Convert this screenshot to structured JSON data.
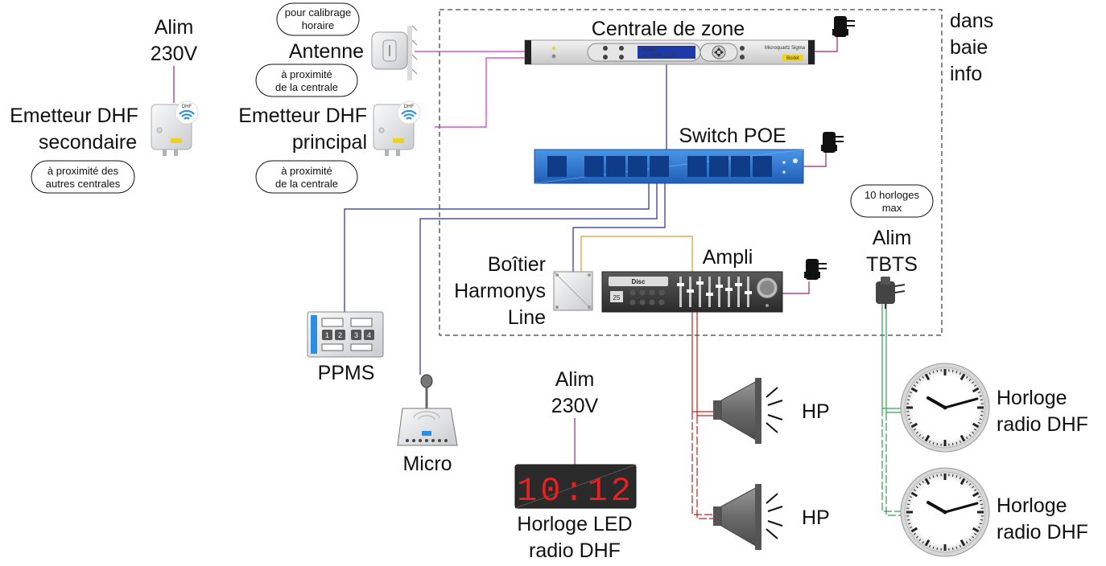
{
  "labels": {
    "alim_left": [
      "Alim",
      "230V"
    ],
    "emetteur_secondaire": [
      "Emetteur DHF",
      "secondaire"
    ],
    "antenne": "Antenne",
    "emetteur_principal": [
      "Emetteur DHF",
      "principal"
    ],
    "centrale": "Centrale de zone",
    "baie": [
      "dans",
      "baie",
      "info"
    ],
    "switch": "Switch POE",
    "boitier": [
      "Boîtier",
      "Harmonys",
      "Line"
    ],
    "ampli": "Ampli",
    "alim_tbts": [
      "Alim",
      "TBTS"
    ],
    "ppms": "PPMS",
    "micro": "Micro",
    "alim_bottom": [
      "Alim",
      "230V"
    ],
    "horloge_led": [
      "Horloge LED",
      "radio DHF"
    ],
    "hp1": "HP",
    "hp2": "HP",
    "horloge1": [
      "Horloge",
      "radio DHF"
    ],
    "horloge2": [
      "Horloge",
      "radio DHF"
    ]
  },
  "notes": {
    "calibrage": [
      "pour calibrage",
      "horaire"
    ],
    "proximite_centrale_1": [
      "à proximité",
      "de la centrale"
    ],
    "proximite_centrale_2": [
      "à proximité",
      "de la centrale"
    ],
    "proximite_autres": [
      "à proximité des",
      "autres centrales"
    ],
    "horloges_max": [
      "10 horloges",
      "max"
    ]
  },
  "devices": {
    "centrale_brand": "Microquartz Sigma",
    "centrale_logo": "Bodet",
    "centrale_screen": [
      "SIGMA",
      "Jeu 15/04 10:12"
    ],
    "dhf_badge": "DHF",
    "ampli_display": "Disc",
    "ampli_track": "25",
    "led_time": "10:12",
    "ppms_keys": [
      "1",
      "2",
      "3",
      "4"
    ]
  },
  "colors": {
    "network": "#2a2aa0",
    "antenna": "#cc33cc",
    "power": "#a0207a",
    "audio_in": "#e09a30",
    "audio_out": "#c02020",
    "clock": "#30a050",
    "switch_body": "#2d7bd6",
    "led_red": "#e82020"
  }
}
